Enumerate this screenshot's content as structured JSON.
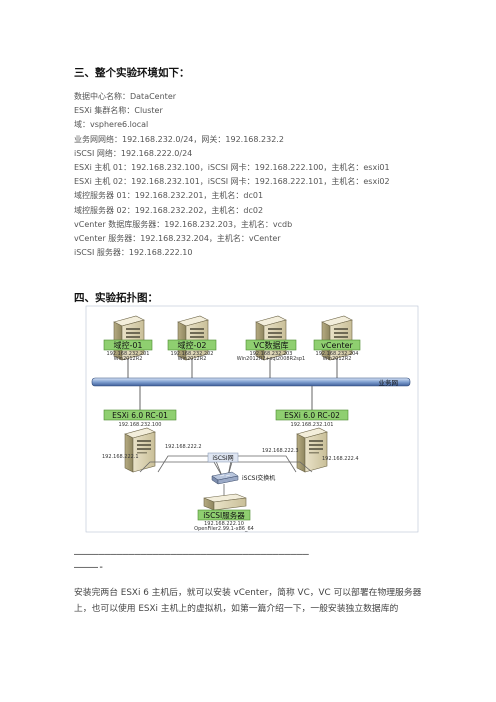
{
  "headings": {
    "env": "三、整个实验环境如下：",
    "topo": "四、实验拓扑图："
  },
  "info_lines": [
    "数据中心名称：DataCenter",
    "ESXi 集群名称：Cluster",
    "域：vsphere6.local",
    "业务网网络：192.168.232.0/24，网关：192.168.232.2",
    "iSCSI 网络：192.168.222.0/24",
    "ESXi 主机 01：192.168.232.100，iSCSI 网卡：192.168.222.100，主机名：esxi01",
    "ESXi 主机 02：192.168.232.101，iSCSI 网卡：192.168.222.101，主机名：esxi02",
    "域控服务器 01：192.168.232.201，主机名：dc01",
    "域控服务器 02：192.168.232.202，主机名：dc02",
    "vCenter 数据库服务器：192.168.232.203，主机名：vcdb",
    "vCenter 服务器：192.168.232.204，主机名：vCenter",
    "iSCSI 服务器：192.168.222.10"
  ],
  "diagram": {
    "servers": [
      {
        "label": "域控-01",
        "ip": "192.168.232.201",
        "os": "Win2012R2"
      },
      {
        "label": "域控-02",
        "ip": "192.168.232.202",
        "os": "Win2012R2"
      },
      {
        "label": "VC数据库",
        "ip": "192.168.232.203",
        "os": "Win2012R2+sql2008R2sp1"
      },
      {
        "label": "vCenter",
        "ip": "192.168.232.204",
        "os": "Win2012R2"
      }
    ],
    "business_net": "业务网",
    "hosts": [
      {
        "label": "ESXi 6.0 RC-01",
        "ip": "192.168.232.100",
        "iscsi_ip": "192.168.222.2",
        "gw_ip": "192.168.222.1"
      },
      {
        "label": "ESXi 6.0 RC-02",
        "ip": "192.168.232.101",
        "iscsi_ip": "192.168.222.3",
        "gw_ip": "192.168.222.4"
      }
    ],
    "iscsi_net": "iSCSI网",
    "switch_label": "iSCSI交换机",
    "storage": {
      "label": "iSCSI服务器",
      "ip": "192.168.222.10",
      "os": "OpenFiler2.99.1-x86_64"
    }
  },
  "divider": {
    "line1": "———————————————————————————————————————",
    "line2": "————-"
  },
  "paragraph": "安装完两台 ESXi 6 主机后，就可以安装 vCenter，简称 VC，VC 可以部署在物理服务器上，也可以使用 ESXi 主机上的虚拟机，如第一篇介绍一下，一般安装独立数据库的"
}
